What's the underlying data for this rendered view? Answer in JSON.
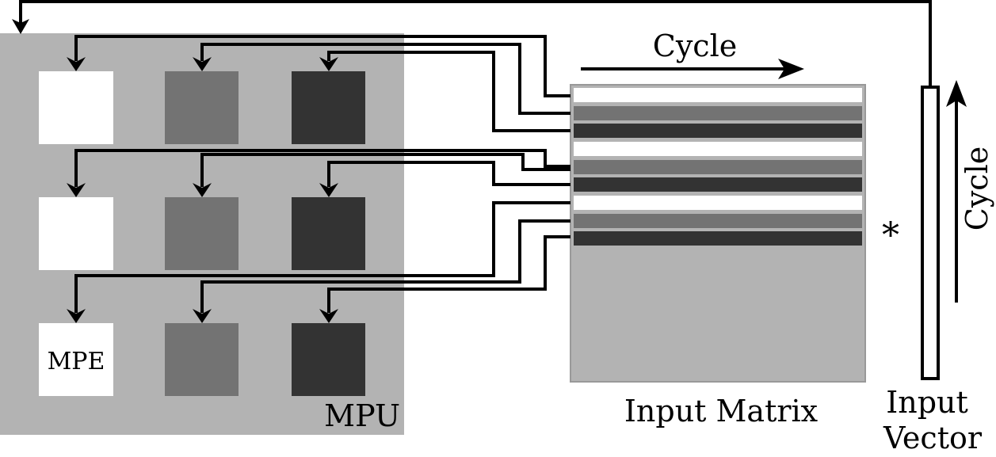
{
  "labels": {
    "mpu": "MPU",
    "mpe": "MPE",
    "input_matrix": "Input Matrix",
    "input_vector_line1": "Input",
    "input_vector_line2": "Vector",
    "cycle_horizontal": "Cycle",
    "cycle_vertical": "Cycle",
    "multiply_symbol": "*"
  },
  "colors": {
    "mpu_background": "#b3b3b3",
    "pe_white": "#ffffff",
    "pe_mid_gray": "#737373",
    "pe_dark": "#333333",
    "matrix_background": "#b3b3b3",
    "connector": "#000000"
  },
  "mpe_grid": {
    "rows": 3,
    "columns": 3,
    "column_shades": [
      "white",
      "mid-gray",
      "dark"
    ]
  },
  "input_matrix_rows": {
    "highlighted_count": 9,
    "shade_pattern": [
      "white",
      "mid-gray",
      "dark",
      "white",
      "mid-gray",
      "dark",
      "white",
      "mid-gray",
      "dark"
    ]
  }
}
